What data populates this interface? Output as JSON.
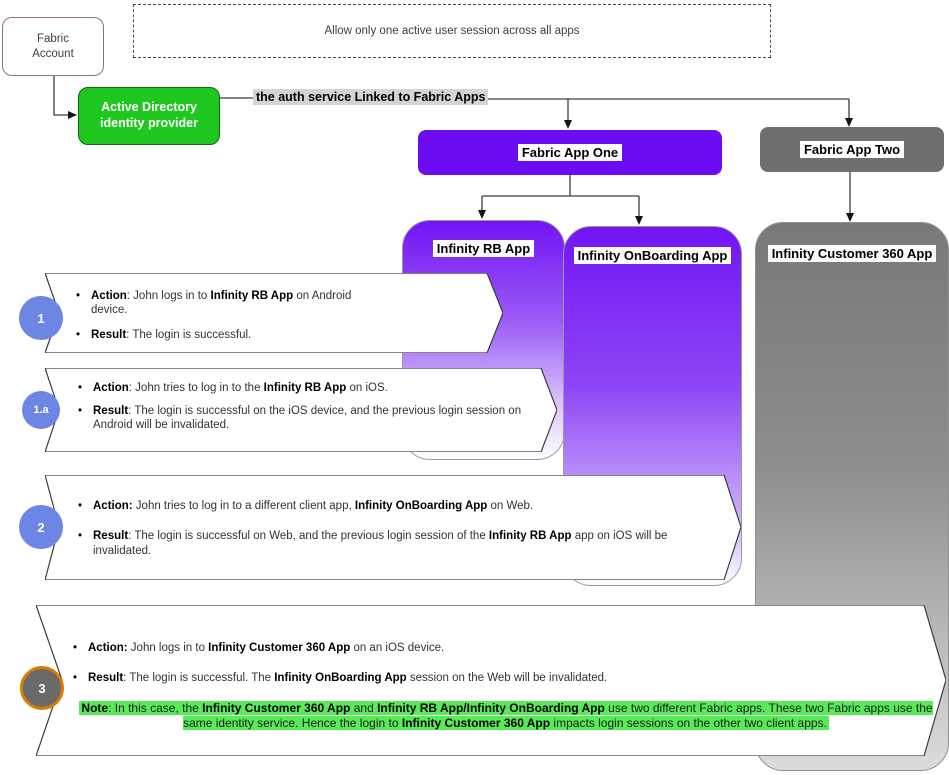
{
  "diagram": {
    "fabric_account": {
      "label": "Fabric\nAccount",
      "border_color": "#8D7473"
    },
    "session_policy": {
      "label": "Allow only one active user session across all apps"
    },
    "identity_provider": {
      "label": "Active Directory\nidentity provider",
      "color": "#1FC81F"
    },
    "auth_link": {
      "label": "the auth service Linked to Fabric Apps",
      "highlight": "#D4D4D4"
    },
    "fabric_app_one": {
      "label": "Fabric App One",
      "color": "#6C0CF2"
    },
    "fabric_app_two": {
      "label": "Fabric App Two",
      "color": "#6F6F6F"
    },
    "infinity_rb": {
      "label": "Infinity RB App",
      "color_top": "#7215F5",
      "color_bottom": "#FEFDFF"
    },
    "infinity_onboarding": {
      "label": "Infinity OnBoarding App",
      "color_top": "#7215F5",
      "color_bottom": "#FDFCFF"
    },
    "infinity_customer360": {
      "label": "Infinity Customer 360 App",
      "color_top": "#787878",
      "color_bottom": "#DCDCDC"
    }
  },
  "glyphs": {
    "bullet": "•"
  },
  "steps": [
    {
      "badge": "1",
      "badge_color": "#6E86E3",
      "bullets": [
        {
          "segments": [
            {
              "t": "Action",
              "b": true
            },
            {
              "t": ": John logs in to ",
              "b": false
            },
            {
              "t": "Infinity RB App",
              "b": true
            },
            {
              "t": " on Android device.",
              "b": false
            }
          ]
        },
        {
          "segments": [
            {
              "t": "Result",
              "b": true
            },
            {
              "t": ": The login is successful.",
              "b": false
            }
          ]
        }
      ]
    },
    {
      "badge": "1.a",
      "badge_color": "#6E86E3",
      "bullets": [
        {
          "segments": [
            {
              "t": "Action",
              "b": true
            },
            {
              "t": ": John tries to log in to the ",
              "b": false
            },
            {
              "t": "Infinity RB App",
              "b": true
            },
            {
              "t": " on iOS.",
              "b": false
            }
          ]
        },
        {
          "segments": [
            {
              "t": "Result",
              "b": true
            },
            {
              "t": ": The login is successful on the iOS device, and the previous login session on Android will be invalidated.",
              "b": false
            }
          ]
        }
      ]
    },
    {
      "badge": "2",
      "badge_color": "#6E86E3",
      "bullets": [
        {
          "segments": [
            {
              "t": "Action:",
              "b": true
            },
            {
              "t": " John tries to log in to a different client app, ",
              "b": false
            },
            {
              "t": "Infinity OnBoarding App",
              "b": true
            },
            {
              "t": " on Web.",
              "b": false
            }
          ]
        },
        {
          "segments": [
            {
              "t": "Result",
              "b": true
            },
            {
              "t": ": The login is successful on Web, and the previous login session of the ",
              "b": false
            },
            {
              "t": "Infinity RB App",
              "b": true
            },
            {
              "t": " app on iOS will be invalidated.",
              "b": false
            }
          ]
        }
      ]
    },
    {
      "badge": "3",
      "badge_color": "#6A6A6A",
      "badge_ring": "#D97D00",
      "bullets": [
        {
          "segments": [
            {
              "t": "Action:",
              "b": true
            },
            {
              "t": " John logs in to ",
              "b": false
            },
            {
              "t": "Infinity Customer 360 App",
              "b": true
            },
            {
              "t": " on an iOS device.",
              "b": false
            }
          ]
        },
        {
          "segments": [
            {
              "t": "Result",
              "b": true
            },
            {
              "t": ": The login is successful. The ",
              "b": false
            },
            {
              "t": "Infinity OnBoarding App",
              "b": true
            },
            {
              "t": " session on the Web will be invalidated.",
              "b": false
            }
          ]
        }
      ]
    }
  ],
  "note": {
    "highlight": "#57EB57",
    "segments": [
      {
        "t": "Note",
        "b": true
      },
      {
        "t": ": In this case, the ",
        "b": false
      },
      {
        "t": "Infinity Customer 360 App",
        "b": true
      },
      {
        "t": " and ",
        "b": false
      },
      {
        "t": "Infinity RB App/Infinity OnBoarding App",
        "b": true
      },
      {
        "t": " use two different Fabric apps. These two Fabric apps use the same identity service. Hence the login to ",
        "b": false
      },
      {
        "t": "Infinity Customer 360 App",
        "b": true
      },
      {
        "t": " impacts login sessions on the other two client apps.",
        "b": false
      }
    ]
  }
}
